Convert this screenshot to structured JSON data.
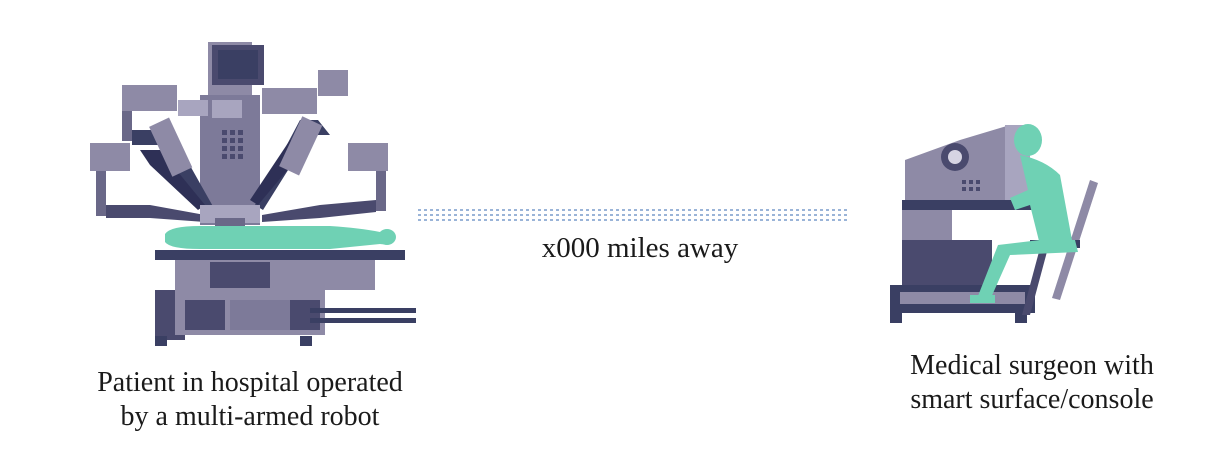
{
  "labels": {
    "distance": "x000 miles away",
    "left_caption_line1": "Patient in hospital operated",
    "left_caption_line2": "by a multi-armed robot",
    "right_caption_line1": "Medical surgeon with",
    "right_caption_line2": "smart surface/console"
  },
  "colors": {
    "robot_body": "#8e8aa6",
    "robot_dark": "#4a4a6e",
    "robot_navy": "#2e3056",
    "patient_skin": "#6fd1b4",
    "surgeon": "#6fd1b4",
    "connector": "#9ab4d8"
  },
  "icons": {
    "robot": "multi-armed-surgical-robot-icon",
    "surgeon": "surgeon-at-console-icon"
  }
}
